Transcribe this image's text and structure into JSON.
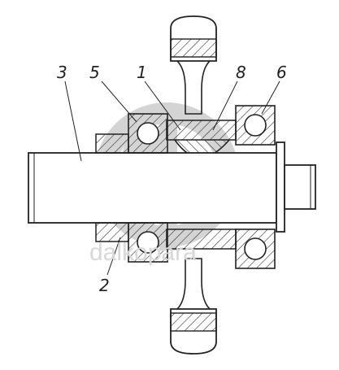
{
  "figure": {
    "callouts": [
      {
        "id": "label-1",
        "text": "1"
      },
      {
        "id": "label-2",
        "text": "2"
      },
      {
        "id": "label-3",
        "text": "3"
      },
      {
        "id": "label-5",
        "text": "5"
      },
      {
        "id": "label-6",
        "text": "6"
      },
      {
        "id": "label-8",
        "text": "8"
      }
    ],
    "watermark": "dalkopara"
  },
  "colors": {
    "ink": "#222222",
    "watermark": "#d0d0d0",
    "background": "#ffffff"
  }
}
